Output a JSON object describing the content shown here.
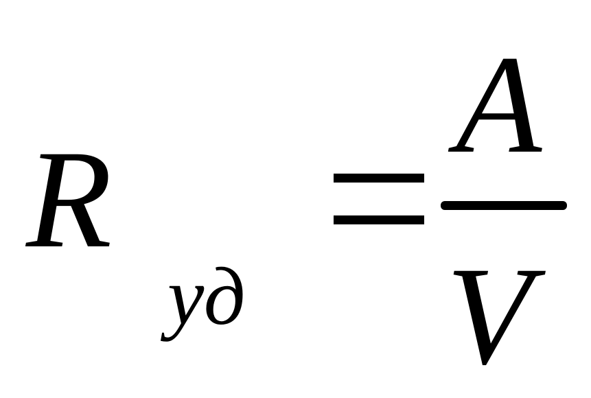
{
  "formula": {
    "main_variable": "R",
    "subscript": "уд",
    "equals_sign": "=",
    "numerator": "A",
    "denominator": "V"
  },
  "colors": {
    "ink": "#000000",
    "background": "#ffffff"
  }
}
